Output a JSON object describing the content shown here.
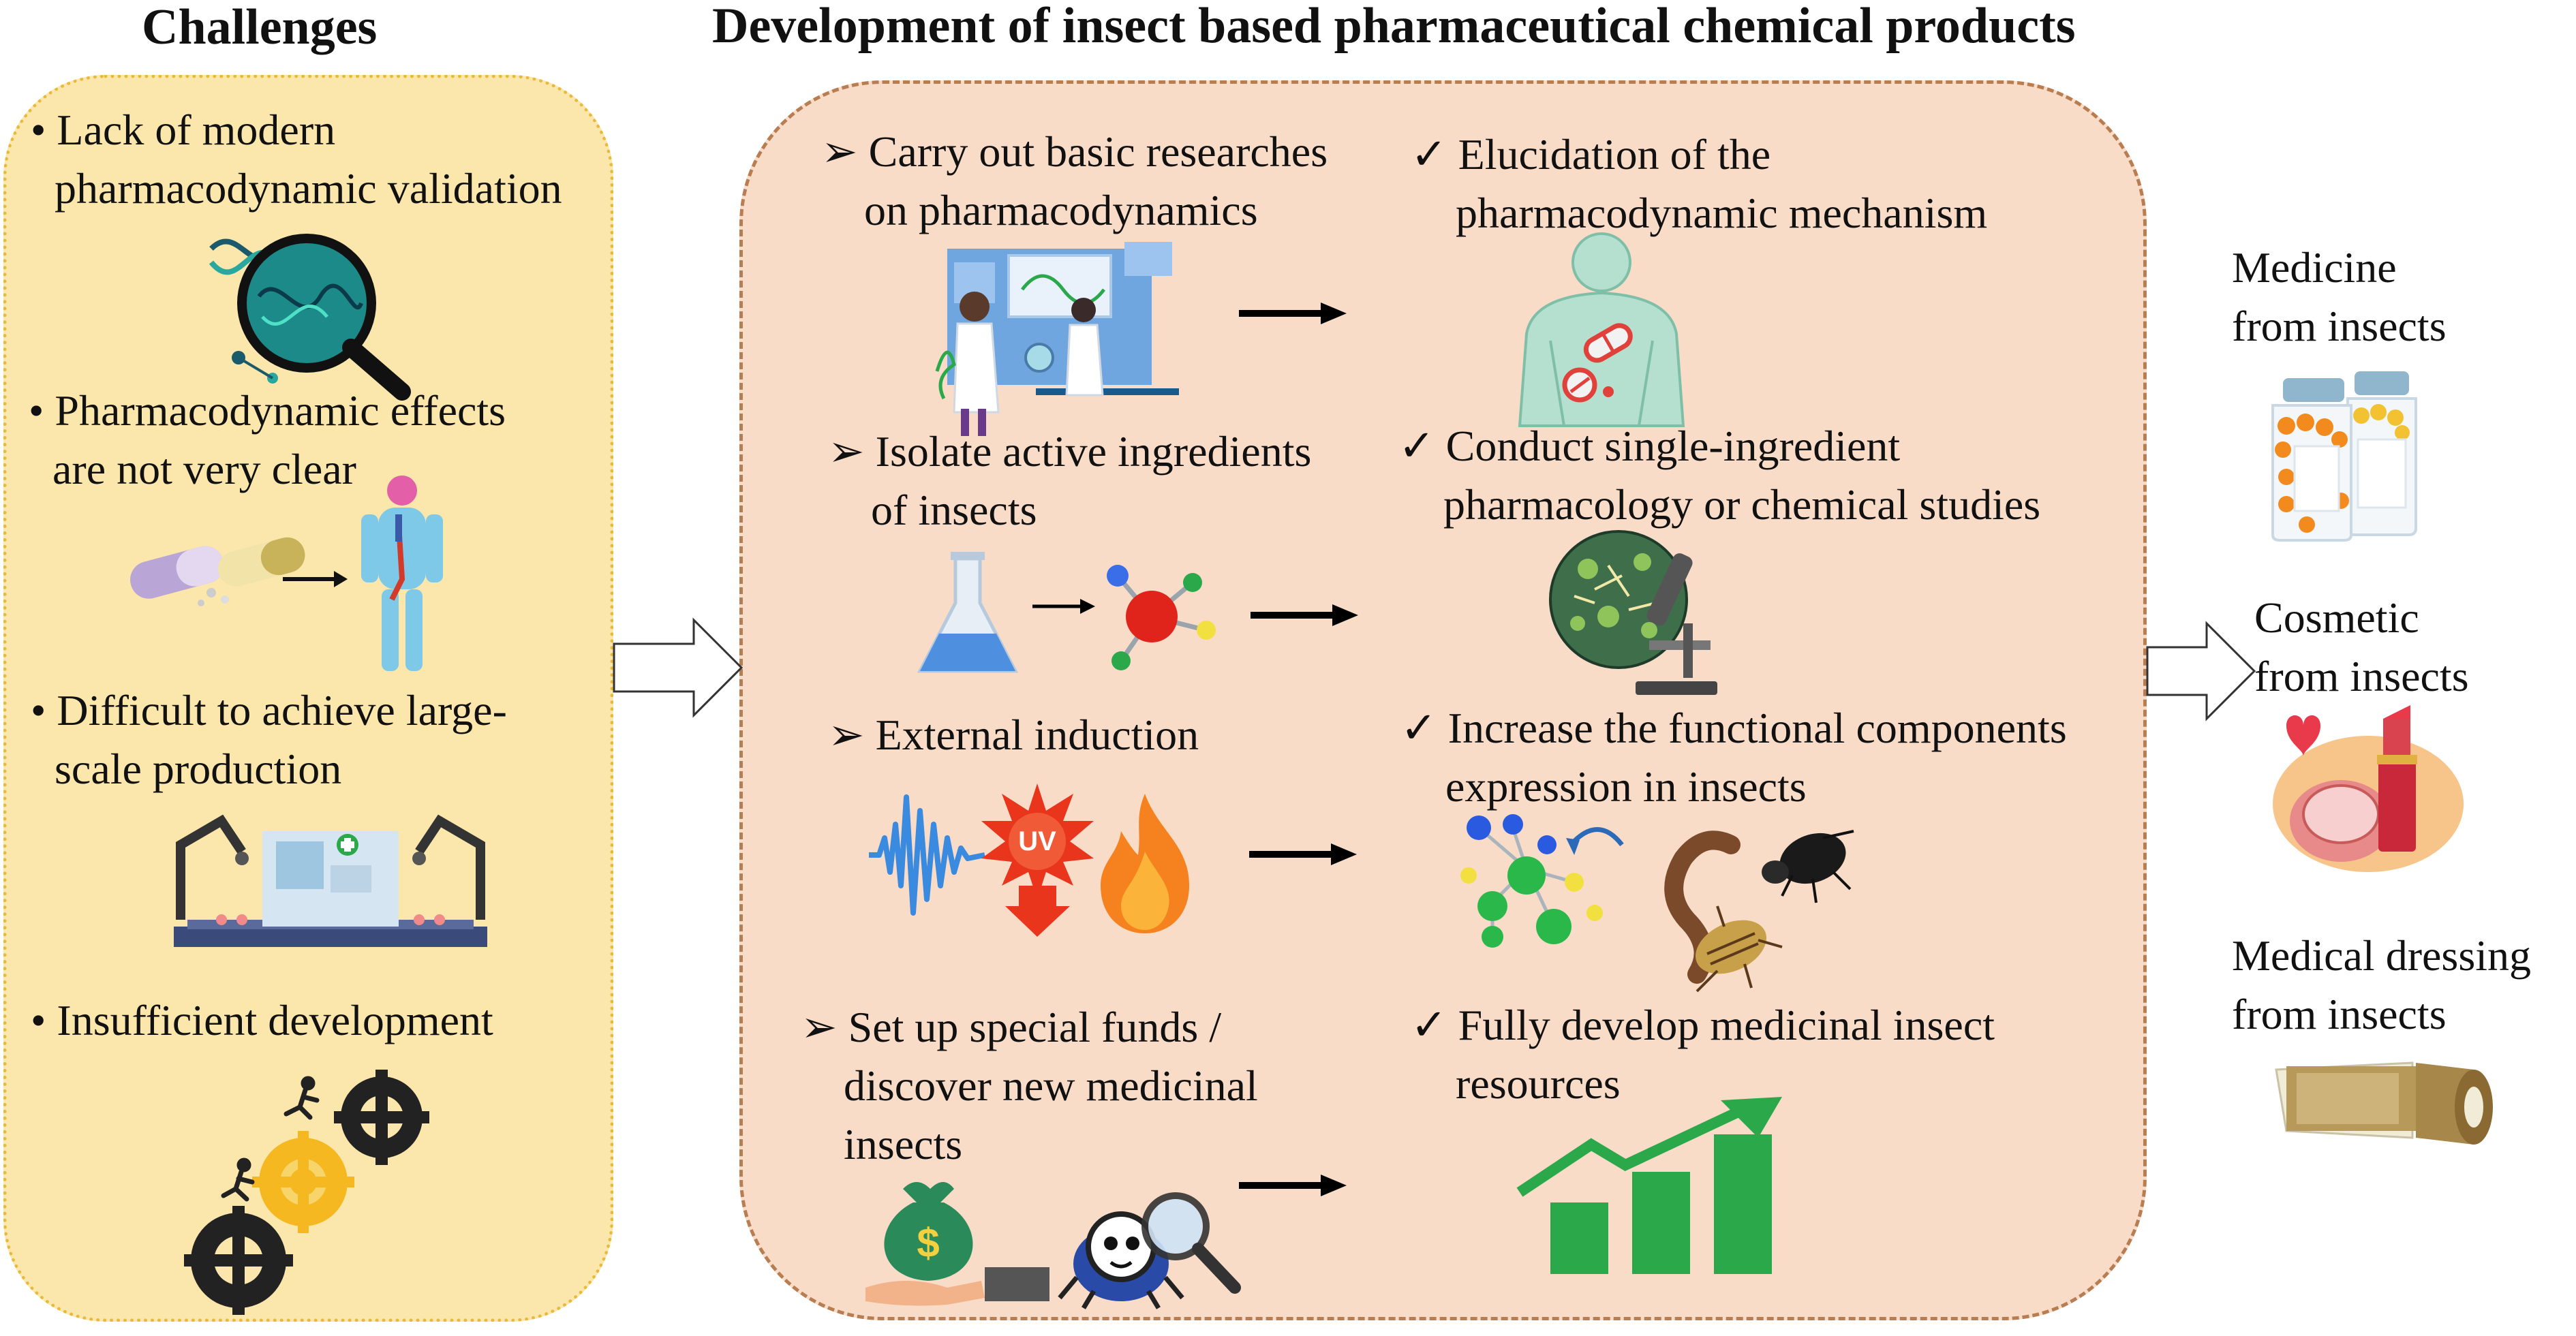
{
  "titles": {
    "left": "Challenges",
    "middle": "Development of insect based pharmaceutical chemical products"
  },
  "challenges": [
    {
      "bullet": "•",
      "lines": [
        "Lack of modern",
        "pharmacodynamic validation"
      ]
    },
    {
      "bullet": "•",
      "lines": [
        "Pharmacodynamic effects",
        "are not very clear"
      ]
    },
    {
      "bullet": "•",
      "lines": [
        "Difficult to achieve large-",
        "scale production"
      ]
    },
    {
      "bullet": "•",
      "lines": [
        "Insufficient development"
      ]
    }
  ],
  "strategies": [
    {
      "marker": "➢",
      "lines": [
        "Carry out basic researches",
        "on pharmacodynamics"
      ]
    },
    {
      "marker": "➢",
      "lines": [
        "Isolate active ingredients",
        "of insects"
      ]
    },
    {
      "marker": "➢",
      "lines": [
        "External induction"
      ]
    },
    {
      "marker": "➢",
      "lines": [
        "Set up special funds /",
        "discover new medicinal",
        "insects"
      ]
    }
  ],
  "outcomes": [
    {
      "marker": "✓",
      "lines": [
        "Elucidation of the",
        "pharmacodynamic mechanism"
      ]
    },
    {
      "marker": "✓",
      "lines": [
        "Conduct single-ingredient",
        "pharmacology or chemical studies"
      ]
    },
    {
      "marker": "✓",
      "lines": [
        "Increase the functional components",
        "expression in insects"
      ]
    },
    {
      "marker": "✓",
      "lines": [
        "Fully develop medicinal insect",
        "resources"
      ]
    }
  ],
  "uv_label": "UV",
  "products": [
    {
      "lines": [
        "Medicine",
        "from insects"
      ]
    },
    {
      "lines": [
        "Cosmetic",
        "from insects"
      ]
    },
    {
      "lines": [
        "Medical dressing",
        "from insects"
      ]
    }
  ],
  "colors": {
    "left_panel": "#fbe7ab",
    "left_border": "#e8b93a",
    "middle_panel": "#f9dcc8",
    "middle_border": "#b97d52",
    "growth_green": "#2aa84a"
  },
  "icons": [
    "dna-magnifier-icon",
    "pills-to-body-icon",
    "factory-icon",
    "gears-runners-icon",
    "scientists-lab-icon",
    "body-organs-icon",
    "flask-icon",
    "molecule-icon",
    "microscope-cells-icon",
    "sound-wave-icon",
    "uv-icon",
    "fire-icon",
    "molecule-cluster-icon",
    "insects-icon",
    "money-bag-icon",
    "bug-magnifier-icon",
    "growth-chart-icon",
    "medicine-bottles-icon",
    "cosmetics-icon",
    "bandage-icon"
  ]
}
